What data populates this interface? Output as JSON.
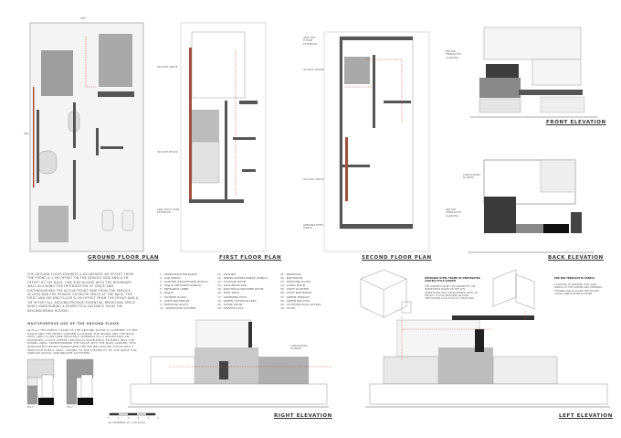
{
  "titles": {
    "ground_floor": "GROUND FLOOR PLAN",
    "first_floor": "FIRST FLOOR PLAN",
    "second_floor": "SECOND FLOOR PLAN",
    "front_elevation": "FRONT ELEVATION",
    "back_elevation": "BACK ELEVATION",
    "right_elevation": "RIGHT ELEVATION",
    "left_elevation": "LEFT ELEVATION"
  },
  "ground_floor_text": "THE GROUND FLOOR EXHIBITS A DELIBERATE 4m OFFSET FROM THE FRONT & 1.5m OFFSET ON THE SERVICE SIDE AND A 1m OFFSET AT THE BACK. ONE SIDE ALIGNS WITH THE BOUNDARY WALL ALLOWING FOR OPTIMIZATION OF SPACE AND DISTINGUISHING THE ACTIVE FRONT SIDE FROM THE SERVICE ACCESS AND THE PRIVATE OUTDOOR SPACE AT THE BACK. THE FIRST AND SECOND FLOOR & 2m OFFSET FROM THE FRONT AND A 1m OFFSET ALL AROUND PROVIDE ESSENTIAL BREATHING SPACE WHILE MAINTAINING A RESPECTFUL DISTANCE FROM THE NEIGHBOURING HOUSES.",
  "multipurpose": {
    "title": "MULTIPURPOSE USE OF THE GROUND FLOOR",
    "text": "IN FIG.1 THE PUBLIC USAGE OF THE GROUND FLOOR IS CONFINED TO THE MAJLIS AND THE FRONT GARDEN ALLOWING THE DINING AND THE BACK POOL AREA TO BE USED PRIVATELY. WHEREAS FIG.2 SHOWCASES AN EXPANDED LAYOUT WHERE THE MAJLIS SEAMLESSLY EXTENDS INTO THE DINING AREA, TRANSFORMING THE SPACE INTO THE BACK GARDEN. THIS INTEGRATED DESIGN TRANSFORMS THE ENTIRE GROUND FLOOR INTO A VERSATILE PUBLIC AREA, ADDING TO THE FLEXIBILITY OF THE SPACE FOR VARIOUS SOCIAL AND PRIVATE ACTIVITIES.",
    "fig1": "FIG.1",
    "fig2": "FIG.2"
  },
  "legend": [
    [
      "1 - PEDESTRIAN ENTRANCE",
      "2 - CAR PORCH",
      "3 - GARDEN (PRIVATE/SEMI-PUBLIC)",
      "4 - MAJLIS ENTRANCE (PUBLIC)",
      "5 - ENTRANCE LOBBY",
      "6 - MAJLIS",
      "7 - POWDER ROOM",
      "8 - STAFF BATHROOM",
      "9 - ELEVATOR SHAFT",
      "10 - PANTRY/DRY KITCHEN"
    ],
    [
      "11 - KITCHEN",
      "12 - DINING ROOM/LOUNGE (PUBLIC)",
      "13 - STORAGE ROOM",
      "14 - POOL/BACKYARD",
      "15 - ELECTRICAL/MACHINE ROOM",
      "16 - POOL DECK",
      "17 - SWIMMING POOL",
      "18 - GREEN OUTDOOR AREA",
      "19 - STORE ROOM",
      "20 - SERVICE DUCT"
    ],
    [
      "21 - BEDROOM",
      "22 - BATHROOM",
      "23 - DRESSING ROOM",
      "24 - LIVING ROOM",
      "25 - STAFF QUARTER",
      "26 - STAFF BATHROOM",
      "27 - GREEN TERRACE",
      "28 - GREEN BALCONY",
      "29 - OUTDOOR POOL ACCESS",
      "30 - STUDY"
    ]
  ],
  "details": {
    "screen_title": "OPERABLE STEEL FRAME W/ PERFORATED CORTEN STYLE SCREEN",
    "screen_text": "THE SCREEN CAN BE CUSTOMIZED BY THE INHABITANTS BASED ON THE SUN ORIENTATION AND THEIR DESIRED LEVEL OF PRIVACY. IT ALSO PROVIDES NATURAL VENTILATION ALSO ACTS AS A HEAT SINK.",
    "panel_title": "PRE-FAB TERRACOTTA PANELS",
    "panel_text": "CLADDING TO MINIMIZE HEAT GAIN. PANELS OF THE SCREEN AND OPENINGS FORMING WALLS ALONG THE FACADE ALONG LANDSCAPING PLANTER"
  },
  "annotations": {
    "skylight_above": "SKYLIGHT ABOVE",
    "skylight_below": "SKYLIGHT BELOW",
    "future_extension": "AREA FOR FUTURE EXTENSION",
    "operable_panels": "OPERABLE STEEL PANELS",
    "terracotta": "PRE-FAB TERRACOTTA CLADDING",
    "landscaping": "LANDSCAPING PLANTER",
    "dim_width": "15m",
    "dim_length": "30m"
  },
  "scale": {
    "ticks": [
      "0",
      "1",
      "2",
      "3",
      "4",
      "5"
    ],
    "label": "ALL DRAWINGS AT 1:100 SCALE"
  },
  "colors": {
    "wall": "#555555",
    "slab": "#c8c8c8",
    "accent_line": "#d0483a",
    "dark": "#2a2a2a"
  }
}
